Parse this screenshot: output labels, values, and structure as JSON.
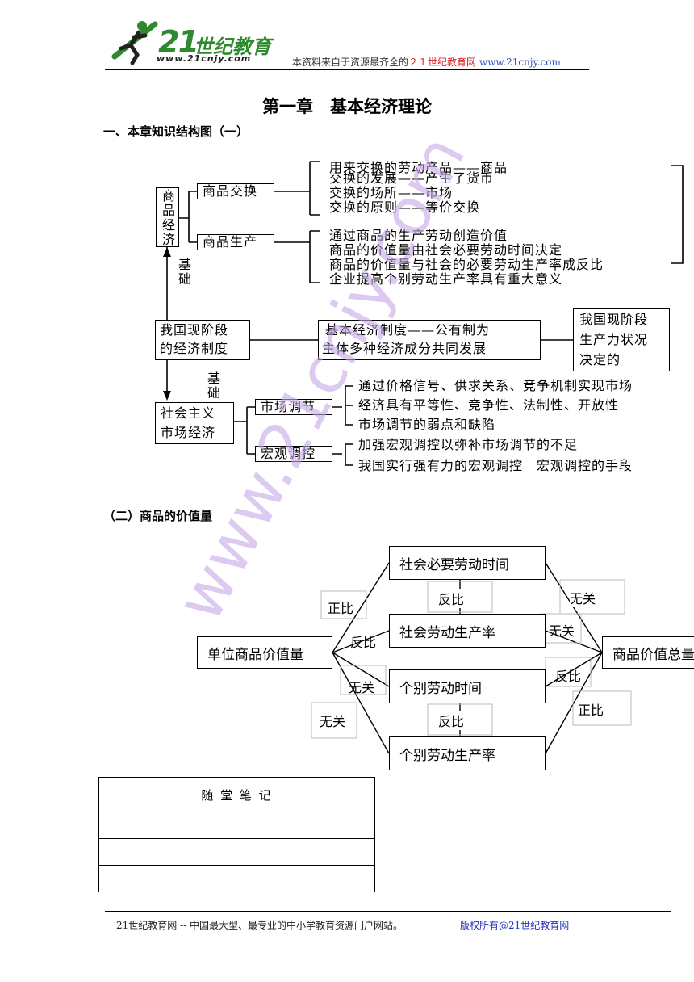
{
  "header": {
    "logo_number": "21",
    "logo_text": "世纪教育",
    "logo_url": "www.21cnjy.com",
    "tag_prefix": "本资料来自于资源最齐全的",
    "tag_red": "２１世纪教育网",
    "tag_url": "www.21cnjy.com"
  },
  "title": "第一章　基本经济理论",
  "section1": "一、本章知识结构图（一）",
  "diagram1": {
    "node_commodity_economy": "商品经济",
    "node_exchange": "商品交换",
    "node_production": "商品生产",
    "exchange_items": [
      "用来交换的劳动产品——商品",
      "交换的发展——产生了货币",
      "交换的场所——市场",
      "交换的原则——等价交换"
    ],
    "production_items": [
      "通过商品的生产劳动创造价值",
      "商品的价值量由社会必要劳动时间决定",
      "商品的价值量与社会的必要劳动生产率成反比",
      "企业提高个别劳动生产率具有重大意义"
    ],
    "basis_1": "基础",
    "node_system_line1": "我国现阶段",
    "node_system_line2": "的经济制度",
    "basic_system_line1": "基本经济制度——公有制为",
    "basic_system_line2": "主体多种经济成分共同发展",
    "decided_line1": "我国现阶段",
    "decided_line2": "生产力状况",
    "decided_line3": "决定的",
    "basis_2": "基础",
    "node_market_line1": "社会主义",
    "node_market_line2": "市场经济",
    "node_market_reg": "市场调节",
    "market_items": [
      "通过价格信号、供求关系、竞争机制实现市场",
      "经济具有平等性、竞争性、法制性、开放性",
      "市场调节的弱点和缺陷"
    ],
    "node_macro": "宏观调控",
    "macro_items": [
      "加强宏观调控以弥补市场调节的不足",
      "我国实行强有力的宏观调控　宏观调控的手段"
    ]
  },
  "section2": "（二）商品的价值量",
  "diagram2": {
    "unit_value": "单位商品价值量",
    "social_time": "社会必要劳动时间",
    "social_prod": "社会劳动生产率",
    "indiv_time": "个别劳动时间",
    "indiv_prod": "个别劳动生产率",
    "total_value": "商品价值总量",
    "inverse": "反比",
    "proportional": "正比",
    "unrelated": "无关"
  },
  "notes": {
    "title": "随 堂 笔 记"
  },
  "watermark": "www.21cnjy.com",
  "footer": {
    "text": "21世纪教育网 -- 中国最大型、最专业的中小学教育资源门户网站。",
    "link": "版权所有@21世纪教育网"
  }
}
